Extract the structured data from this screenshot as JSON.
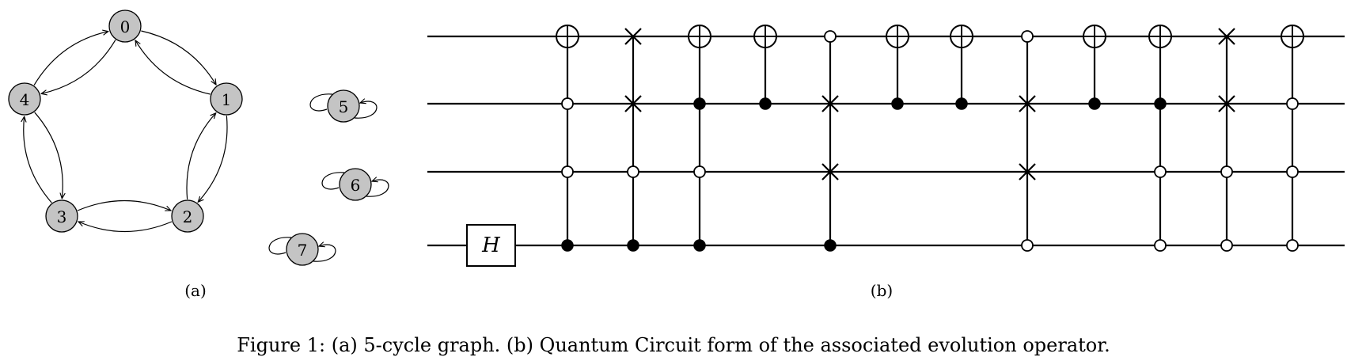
{
  "graph": {
    "sublabel": "(a)",
    "nodes": [
      {
        "id": "0",
        "label": "0"
      },
      {
        "id": "1",
        "label": "1"
      },
      {
        "id": "2",
        "label": "2"
      },
      {
        "id": "3",
        "label": "3"
      },
      {
        "id": "4",
        "label": "4"
      },
      {
        "id": "5",
        "label": "5"
      },
      {
        "id": "6",
        "label": "6"
      },
      {
        "id": "7",
        "label": "7"
      }
    ],
    "edges": [
      {
        "from": "0",
        "to": "1"
      },
      {
        "from": "1",
        "to": "0"
      },
      {
        "from": "1",
        "to": "2"
      },
      {
        "from": "2",
        "to": "1"
      },
      {
        "from": "2",
        "to": "3"
      },
      {
        "from": "3",
        "to": "2"
      },
      {
        "from": "3",
        "to": "4"
      },
      {
        "from": "4",
        "to": "3"
      },
      {
        "from": "4",
        "to": "0"
      },
      {
        "from": "0",
        "to": "4"
      },
      {
        "from": "5",
        "to": "5"
      },
      {
        "from": "6",
        "to": "6"
      },
      {
        "from": "7",
        "to": "7"
      }
    ]
  },
  "circuit": {
    "sublabel": "(b)",
    "wire_count": 4,
    "h_gate": {
      "label": "H",
      "wire": 3
    },
    "gates": [
      {
        "type": "cnot",
        "target": 0,
        "controls": [
          {
            "wire": 1,
            "kind": "open"
          },
          {
            "wire": 2,
            "kind": "open"
          },
          {
            "wire": 3,
            "kind": "filled"
          }
        ]
      },
      {
        "type": "swap",
        "swap": [
          0,
          1
        ],
        "controls": [
          {
            "wire": 2,
            "kind": "open"
          },
          {
            "wire": 3,
            "kind": "filled"
          }
        ]
      },
      {
        "type": "cnot",
        "target": 0,
        "controls": [
          {
            "wire": 1,
            "kind": "filled"
          },
          {
            "wire": 2,
            "kind": "open"
          },
          {
            "wire": 3,
            "kind": "filled"
          }
        ]
      },
      {
        "type": "cnot",
        "target": 0,
        "controls": [
          {
            "wire": 1,
            "kind": "filled"
          }
        ]
      },
      {
        "type": "swap",
        "swap": [
          1,
          2
        ],
        "controls": [
          {
            "wire": 0,
            "kind": "open"
          },
          {
            "wire": 3,
            "kind": "filled"
          }
        ]
      },
      {
        "type": "cnot",
        "target": 0,
        "controls": [
          {
            "wire": 1,
            "kind": "filled"
          }
        ]
      },
      {
        "type": "cnot",
        "target": 0,
        "controls": [
          {
            "wire": 1,
            "kind": "filled"
          }
        ]
      },
      {
        "type": "swap",
        "swap": [
          1,
          2
        ],
        "controls": [
          {
            "wire": 0,
            "kind": "open"
          },
          {
            "wire": 3,
            "kind": "open"
          }
        ]
      },
      {
        "type": "cnot",
        "target": 0,
        "controls": [
          {
            "wire": 1,
            "kind": "filled"
          }
        ]
      },
      {
        "type": "cnot",
        "target": 0,
        "controls": [
          {
            "wire": 1,
            "kind": "filled"
          },
          {
            "wire": 2,
            "kind": "open"
          },
          {
            "wire": 3,
            "kind": "open"
          }
        ]
      },
      {
        "type": "swap",
        "swap": [
          0,
          1
        ],
        "controls": [
          {
            "wire": 2,
            "kind": "open"
          },
          {
            "wire": 3,
            "kind": "open"
          }
        ]
      },
      {
        "type": "cnot",
        "target": 0,
        "controls": [
          {
            "wire": 1,
            "kind": "open"
          },
          {
            "wire": 2,
            "kind": "open"
          },
          {
            "wire": 3,
            "kind": "open"
          }
        ]
      }
    ]
  },
  "caption": "Figure 1: (a) 5-cycle graph. (b) Quantum Circuit form of the associated evolution operator."
}
